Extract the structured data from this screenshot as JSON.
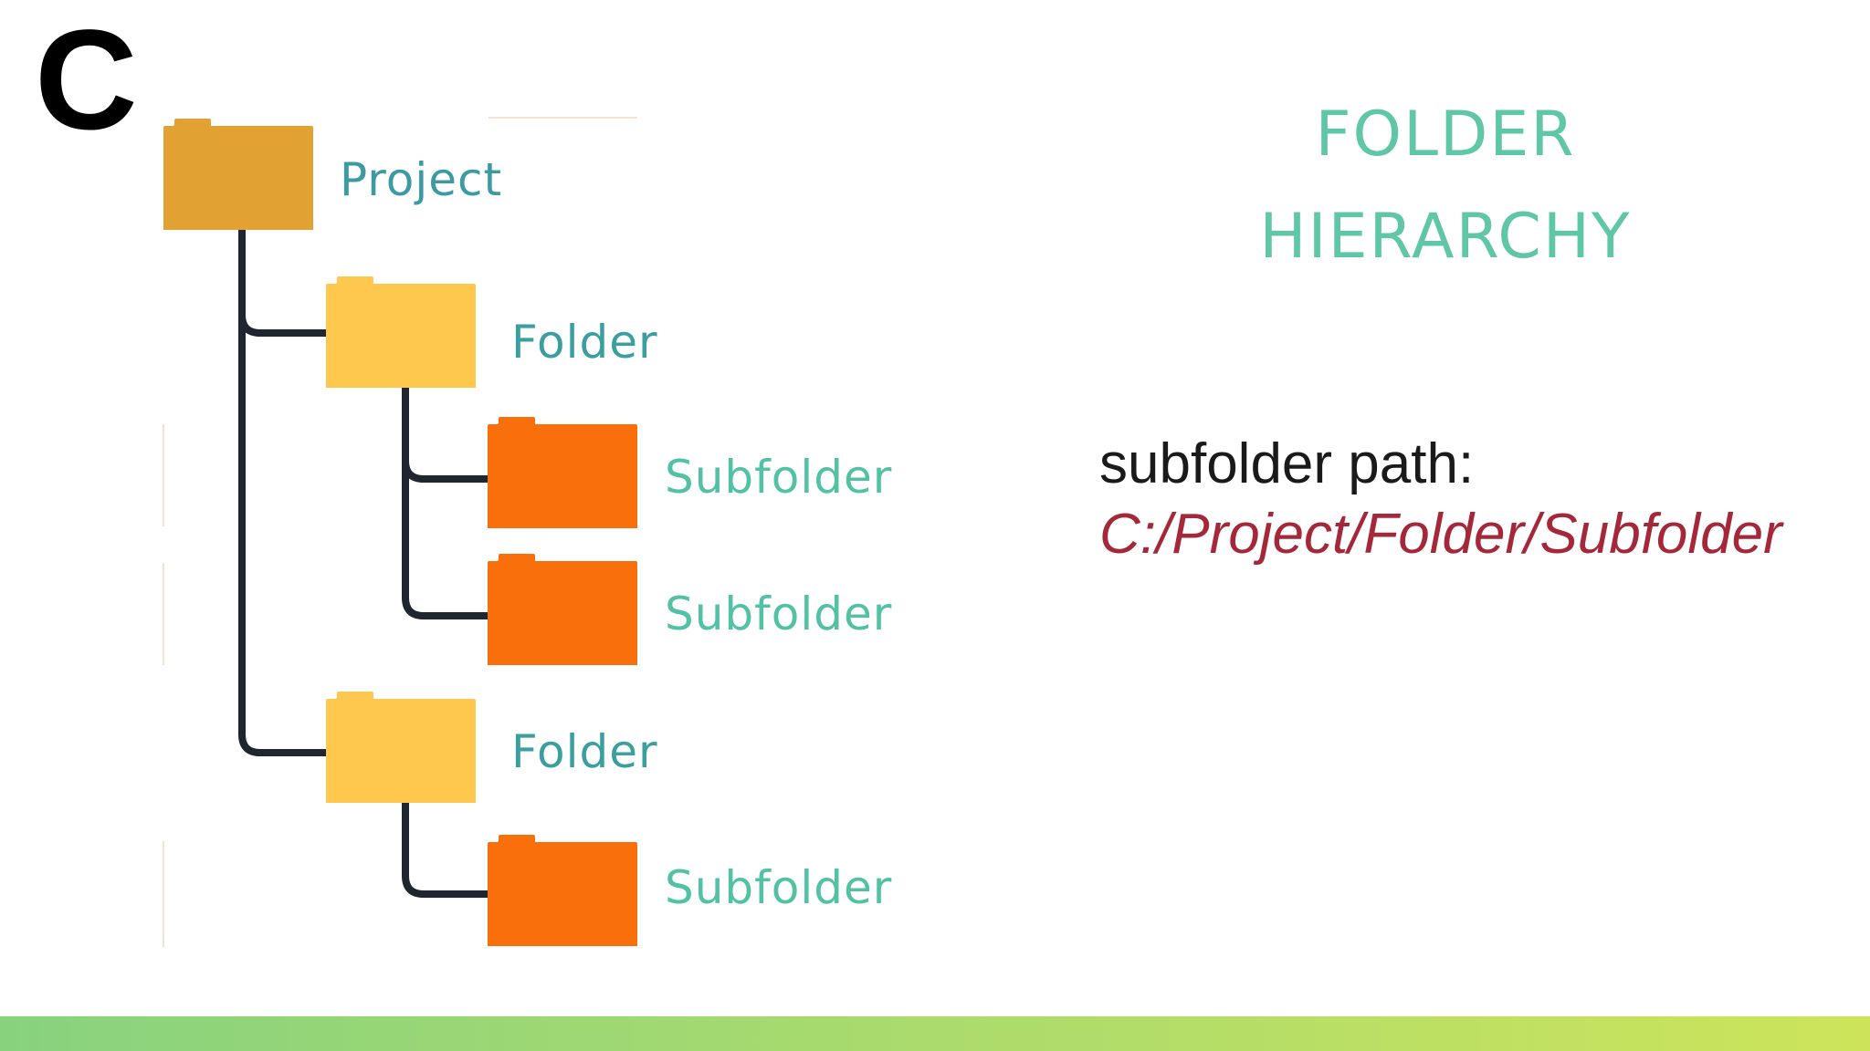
{
  "drive_letter": "C",
  "title": {
    "line1": "FOLDER",
    "line2": "HIERARCHY"
  },
  "tree": {
    "project": {
      "label": "Project"
    },
    "folder_1": {
      "label": "Folder"
    },
    "subfolder_1": {
      "label": "Subfolder"
    },
    "subfolder_2": {
      "label": "Subfolder"
    },
    "folder_2": {
      "label": "Folder"
    },
    "subfolder_3": {
      "label": "Subfolder"
    }
  },
  "path_info": {
    "heading": "subfolder path:",
    "value": "C:/Project/Folder/Subfolder"
  },
  "colors": {
    "project_folder": "#e2a233",
    "folder": "#fec84e",
    "subfolder": "#f96f0c",
    "tree_line": "#1f2630",
    "project_label": "#3d9aa3",
    "folder_label": "#3a9f9e",
    "subfolder_label": "#52c1a4",
    "title": "#5fc7a8",
    "path_value": "#a4283a",
    "bar_start": "#88d27e",
    "bar_end": "#cde45a"
  },
  "icons": {
    "folder_icon": "folder-icon"
  }
}
